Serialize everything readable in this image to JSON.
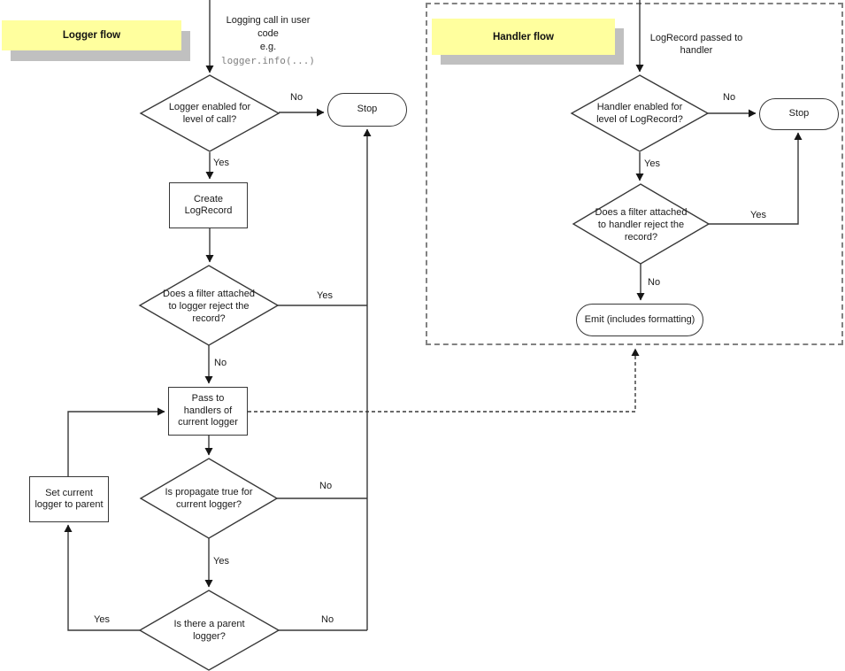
{
  "labels": {
    "yes": "Yes",
    "no": "No"
  },
  "colors": {
    "note_bg": "#ffff9e",
    "note_shadow": "#c0c0c0",
    "line": "#383838",
    "code_text": "#808080",
    "shape_fill": "#ffffff"
  },
  "logger": {
    "title": "Logger flow",
    "entry": {
      "l1": "Logging call in user",
      "l2": "code",
      "l3": "e.g.",
      "code": "logger.info(...)"
    },
    "d_level": {
      "l1": "Logger enabled for",
      "l2": "level of call?"
    },
    "stop": "Stop",
    "box_create": {
      "l1": "Create",
      "l2": "LogRecord"
    },
    "d_filter": {
      "l1": "Does a filter attached",
      "l2": "to logger reject the",
      "l3": "record?"
    },
    "box_pass": {
      "l1": "Pass to",
      "l2": "handlers of",
      "l3": "current logger"
    },
    "d_prop": {
      "l1": "Is propagate true for",
      "l2": "current logger?"
    },
    "d_parent": {
      "l1": "Is there a parent",
      "l2": "logger?"
    },
    "box_set": {
      "l1": "Set current",
      "l2": "logger to parent"
    }
  },
  "handler": {
    "title": "Handler flow",
    "entry": {
      "l1": "LogRecord passed to",
      "l2": "handler"
    },
    "d_level": {
      "l1": "Handler enabled for",
      "l2": "level of LogRecord?"
    },
    "stop": "Stop",
    "d_filter": {
      "l1": "Does a filter attached",
      "l2": "to handler reject the",
      "l3": "record?"
    },
    "emit": "Emit (includes formatting)"
  }
}
